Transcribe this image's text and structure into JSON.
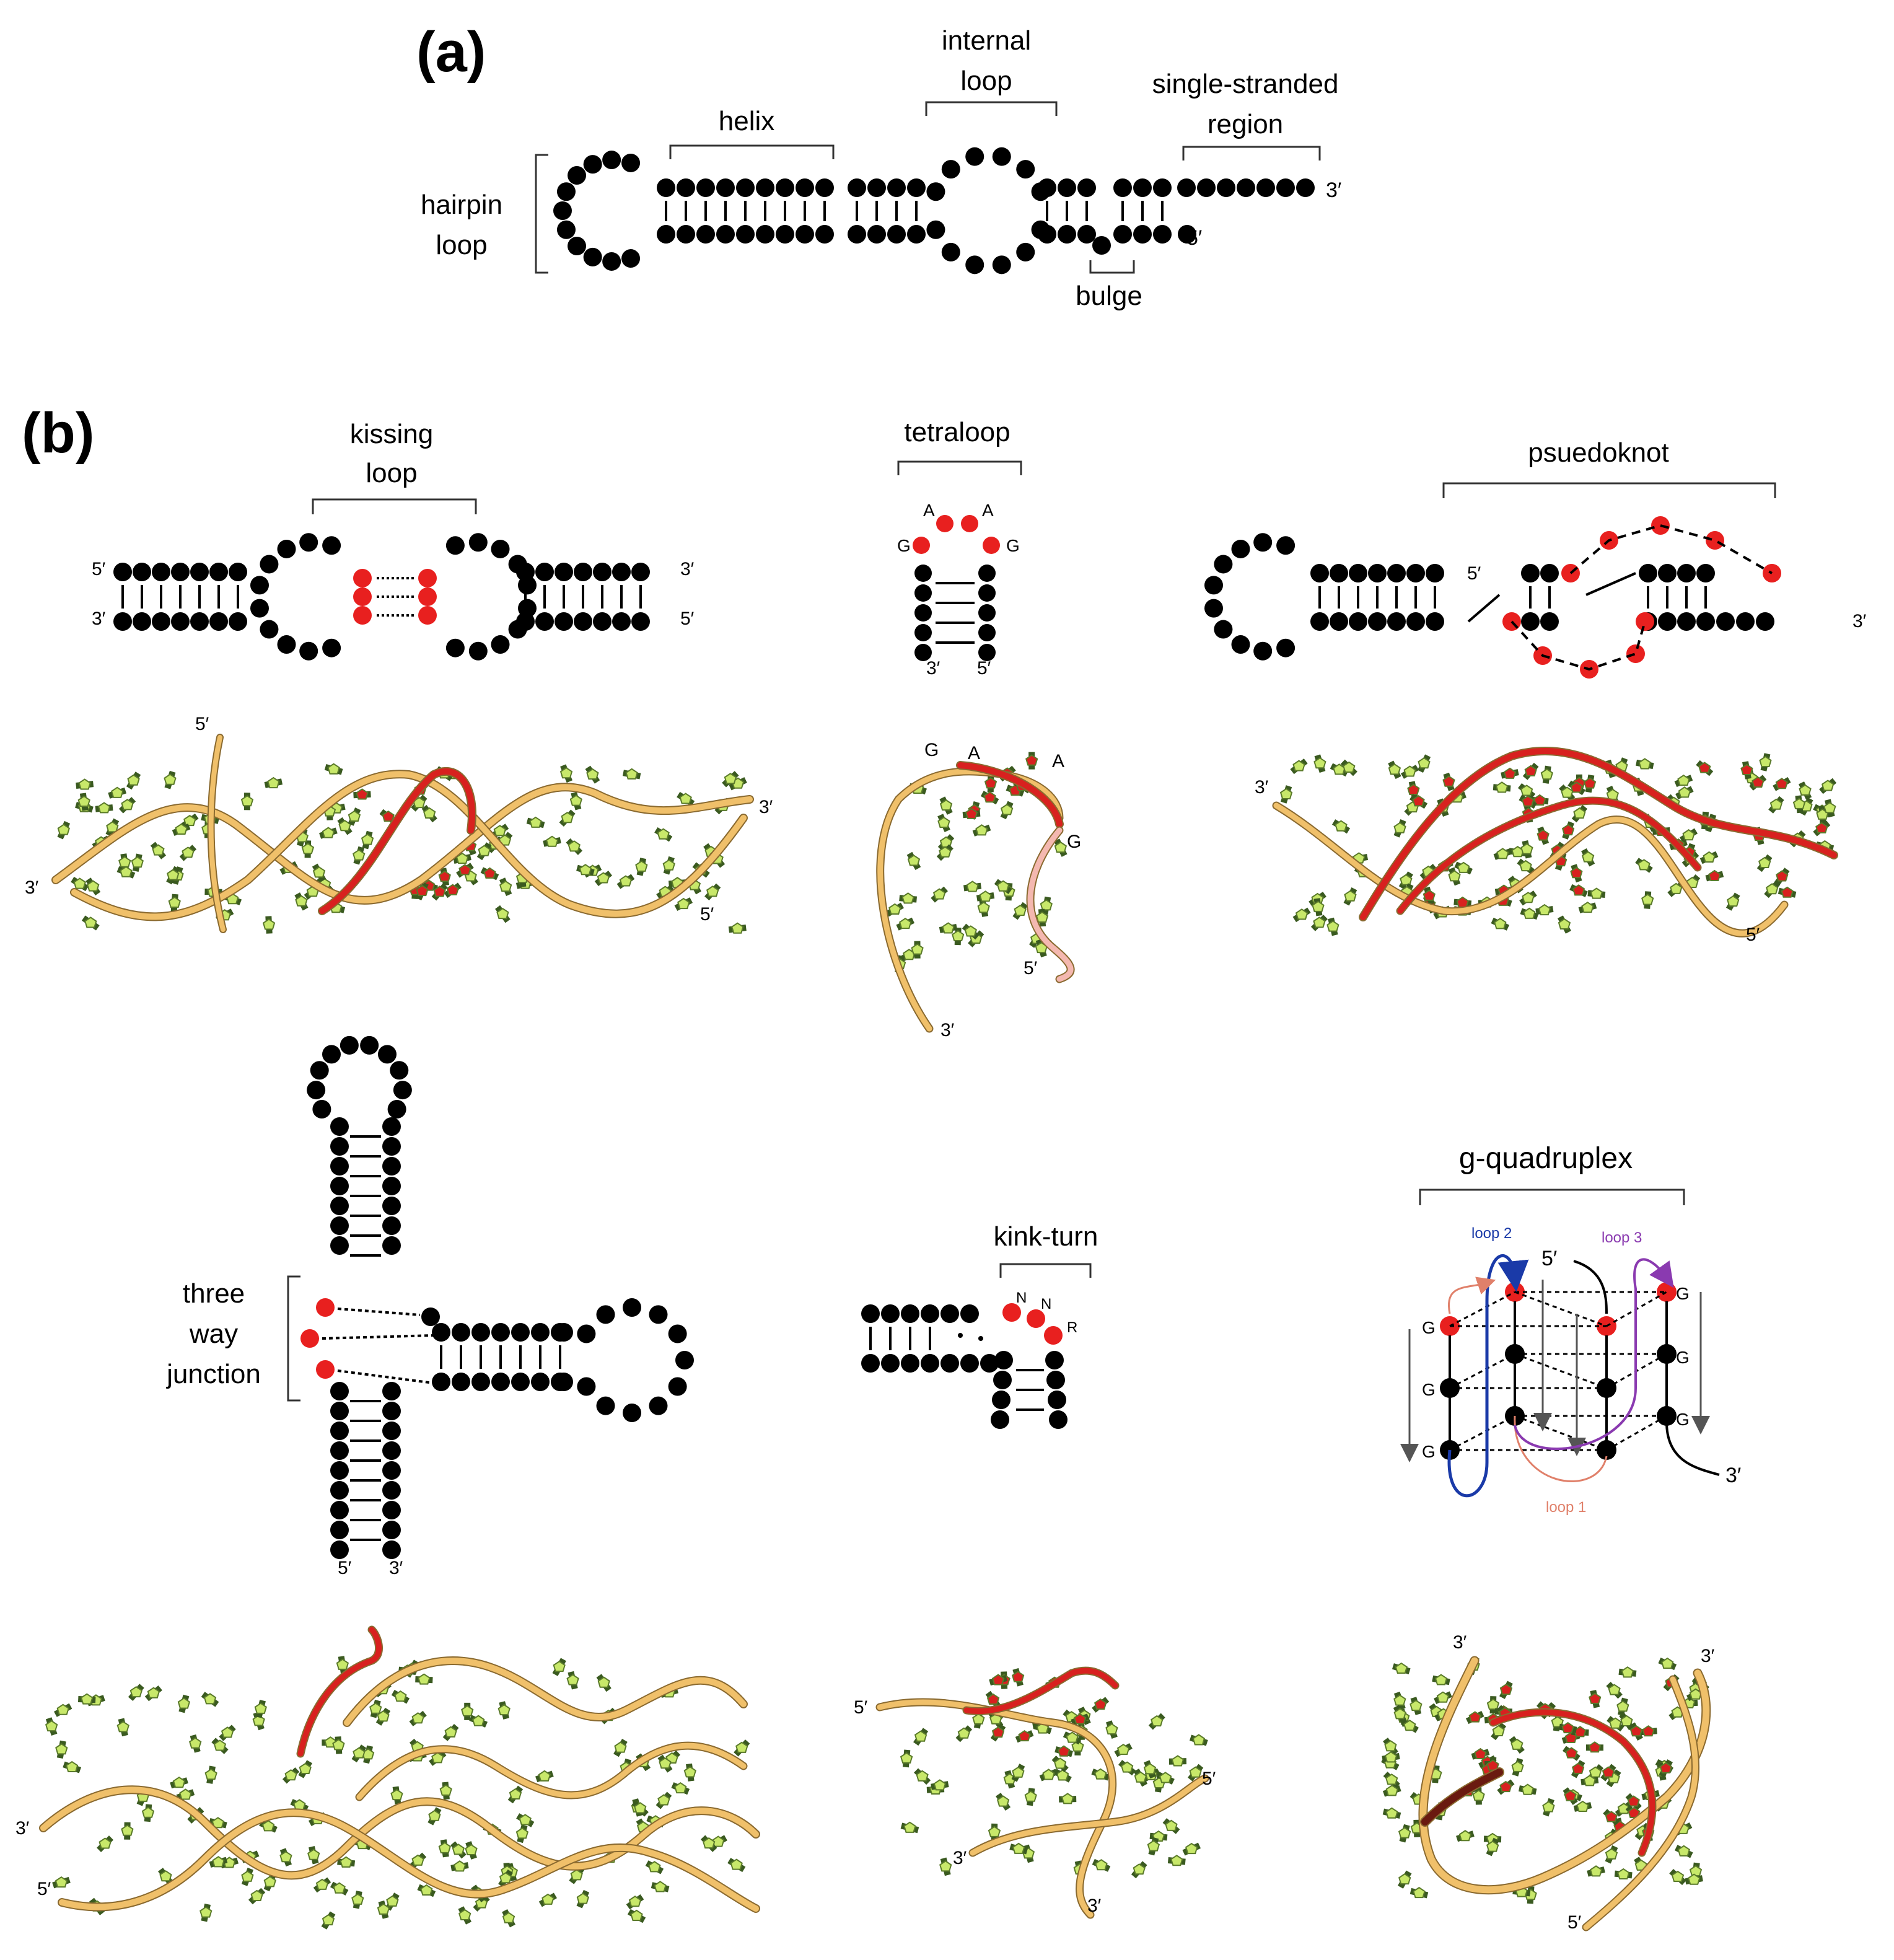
{
  "panel_a": {
    "label": "(a)",
    "labels": {
      "internal_loop_1": "internal",
      "internal_loop_2": "loop",
      "helix": "helix",
      "single_stranded_1": "single-stranded",
      "single_stranded_2": "region",
      "hairpin_1": "hairpin",
      "hairpin_2": "loop",
      "bulge": "bulge",
      "three_prime": "3′",
      "five_prime": "5′"
    }
  },
  "panel_b": {
    "label": "(b)",
    "kissing_loop": {
      "title_1": "kissing",
      "title_2": "loop",
      "five_prime": "5′",
      "three_prime": "3′"
    },
    "tetraloop": {
      "title": "tetraloop",
      "bases": [
        "A",
        "A",
        "G",
        "G"
      ],
      "three_prime": "3′",
      "five_prime": "5′",
      "struct_bases": [
        "G",
        "A",
        "A",
        "G"
      ]
    },
    "pseudoknot": {
      "title": "psuedoknot",
      "five_prime": "5′",
      "three_prime": "3′"
    },
    "three_way_junction": {
      "title_1": "three",
      "title_2": "way",
      "title_3": "junction",
      "five_prime": "5′",
      "three_prime": "3′"
    },
    "kink_turn": {
      "title": "kink-turn",
      "bases": [
        "N",
        "N",
        "R"
      ],
      "five_prime": "5′",
      "three_prime": "3′"
    },
    "g_quadruplex": {
      "title": "g-quadruplex",
      "loop1": "loop 1",
      "loop2": "loop 2",
      "loop3": "loop 3",
      "g": "G",
      "five_prime": "5′",
      "three_prime": "3′"
    }
  },
  "colors": {
    "nucleotide": "#000000",
    "highlight": "#e8201f",
    "ribbon": "#f0c06a",
    "ribbon_red": "#d8211f",
    "base_fill": "#c8e86a",
    "loop1": "#e0806a",
    "loop2": "#1a3aa8",
    "loop3": "#8a3ab0"
  }
}
